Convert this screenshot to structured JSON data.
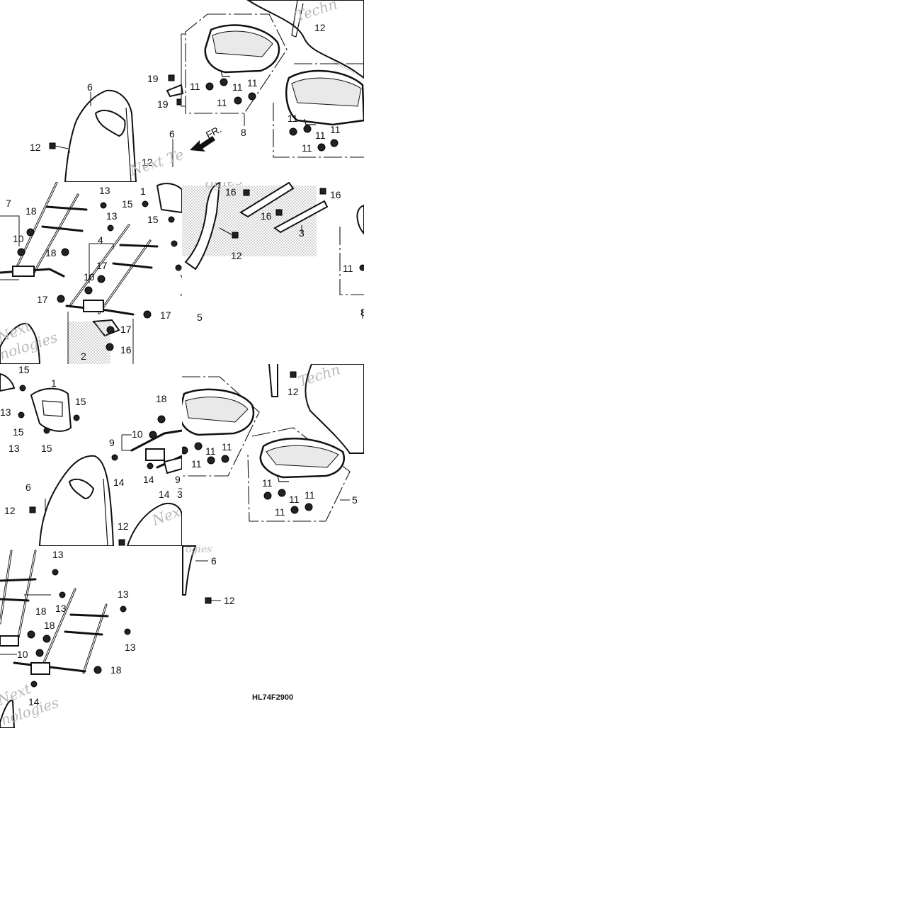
{
  "diagram": {
    "code": "HL74F2900",
    "direction_label": "FR.",
    "watermarks": [
      "Techn",
      "Next Te",
      "ogies",
      "Next",
      "nologies",
      "Techn",
      "Nex",
      "ogies",
      "Next",
      "nologies"
    ],
    "tiles": {
      "A": {
        "callouts": [
          "12",
          "19",
          "11",
          "11",
          "11",
          "11",
          "8",
          "19",
          "11",
          "11",
          "11",
          "11",
          "11",
          "6",
          "12",
          "6",
          "12"
        ],
        "callout_fragments": {
          "frame_edge": ""
        }
      },
      "B": {
        "callouts": [
          "13",
          "7",
          "18",
          "13",
          "1",
          "15",
          "13",
          "4",
          "15",
          "10",
          "18",
          "17",
          "10",
          "17",
          "17",
          "17",
          "16",
          "2"
        ]
      },
      "C": {
        "callouts": [
          "16",
          "16",
          "16",
          "3",
          "12",
          "11",
          "8",
          "5"
        ]
      },
      "D": {
        "callouts": [
          "15",
          "1",
          "15",
          "13",
          "15",
          "15",
          "13",
          "18",
          "10",
          "9",
          "14",
          "14",
          "9",
          "14",
          "3",
          "6",
          "12",
          "12"
        ]
      },
      "E": {
        "callouts": [
          "12",
          "11",
          "11",
          "11",
          "11",
          "11",
          "11",
          "11",
          "11",
          "5"
        ]
      },
      "F": {
        "callouts": [
          "13",
          "13",
          "13",
          "18",
          "18",
          "13",
          "10",
          "18",
          "14",
          "6",
          "12"
        ]
      }
    }
  }
}
